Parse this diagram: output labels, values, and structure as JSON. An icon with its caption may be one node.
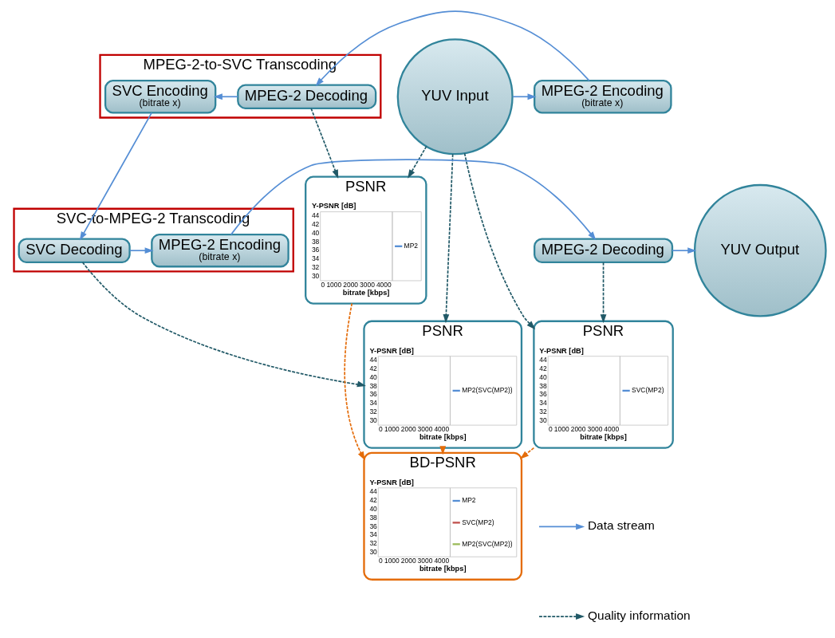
{
  "diagram": {
    "nodes": [
      {
        "text": [
          "YUV Input"
        ]
      },
      {
        "text": [
          "MPEG-2 Encoding",
          "(bitrate x)"
        ]
      },
      {
        "text": [
          "MPEG-2-to-SVC Transcoding"
        ]
      },
      {
        "text": [
          "MPEG-2 Decoding"
        ],
        "in": 2
      },
      {
        "text": [
          "SVC Encoding",
          "(bitrate x)"
        ],
        "in": 2
      },
      {
        "text": [
          "SVC-to-MPEG-2 Transcoding"
        ]
      },
      {
        "text": [
          "SVC Decoding"
        ],
        "in": 5
      },
      {
        "text": [
          "MPEG-2 Encoding",
          "(bitrate x)"
        ],
        "in": 5
      },
      {
        "text": [
          "MPEG-2 Decoding"
        ]
      },
      {
        "text": [
          "YUV Output"
        ]
      },
      {
        "text": [
          "PSNR"
        ]
      },
      {
        "text": [
          "Y-PSNR [dB]",
          "44",
          "42",
          "40",
          "38",
          "36",
          "34",
          "32",
          "30",
          "0",
          "1000",
          "2000",
          "3000",
          "4000",
          "bitrate [kbps]",
          "MP2"
        ],
        "in": 10
      },
      {
        "text": [
          "PSNR"
        ]
      },
      {
        "text": [
          "Y-PSNR [dB]",
          "44",
          "42",
          "40",
          "38",
          "36",
          "34",
          "32",
          "30",
          "0",
          "1000",
          "2000",
          "3000",
          "4000",
          "bitrate [kbps]",
          "MP2(SVC(MP2))"
        ],
        "in": 12
      },
      {
        "text": [
          "PSNR"
        ]
      },
      {
        "text": [
          "Y-PSNR [dB]",
          "44",
          "42",
          "40",
          "38",
          "36",
          "34",
          "32",
          "30",
          "0",
          "1000",
          "2000",
          "3000",
          "4000",
          "bitrate [kbps]",
          "SVC(MP2)"
        ],
        "in": 14
      },
      {
        "text": [
          "BD-PSNR"
        ]
      },
      {
        "text": [
          "Y-PSNR [dB]",
          "44",
          "42",
          "40",
          "38",
          "36",
          "34",
          "32",
          "30",
          "0",
          "1000",
          "2000",
          "3000",
          "4000",
          "bitrate [kbps]",
          "MP2",
          "SVC(MP2)",
          "MP2(SVC(MP2))"
        ],
        "in": 16
      }
    ],
    "edges": [
      {
        "from": 0,
        "to": 1,
        "arrow": "to"
      },
      {
        "from": 1,
        "to": 3,
        "arrow": "to"
      },
      {
        "from": 3,
        "to": 4,
        "arrow": "to"
      },
      {
        "from": 4,
        "to": 6,
        "arrow": "to"
      },
      {
        "from": 6,
        "to": 7,
        "arrow": "to"
      },
      {
        "from": 7,
        "to": 8,
        "arrow": "to"
      },
      {
        "from": 8,
        "to": 9,
        "arrow": "to"
      },
      {
        "from": 3,
        "to": 10,
        "arrow": "to",
        "style": "dashed",
        "color": "#215967"
      },
      {
        "from": 0,
        "to": 10,
        "arrow": "to",
        "style": "dashed",
        "color": "#215967"
      },
      {
        "from": 6,
        "to": 12,
        "arrow": "to",
        "style": "dashed",
        "color": "#215967"
      },
      {
        "from": 0,
        "to": 12,
        "arrow": "to",
        "style": "dashed",
        "color": "#215967"
      },
      {
        "from": 8,
        "to": 14,
        "arrow": "to",
        "style": "dashed",
        "color": "#215967"
      },
      {
        "from": 0,
        "to": 14,
        "arrow": "to",
        "style": "dashed",
        "color": "#215967"
      },
      {
        "from": 10,
        "to": 16,
        "arrow": "to",
        "style": "dashed",
        "color": "#e46c0a"
      },
      {
        "from": 12,
        "to": 16,
        "arrow": "to",
        "style": "dashed",
        "color": "#e46c0a"
      },
      {
        "from": 14,
        "to": 16,
        "arrow": "to",
        "style": "dashed",
        "color": "#e46c0a"
      }
    ],
    "legend": [
      {
        "text": "Data stream"
      },
      {
        "text": "Quality information"
      }
    ]
  }
}
